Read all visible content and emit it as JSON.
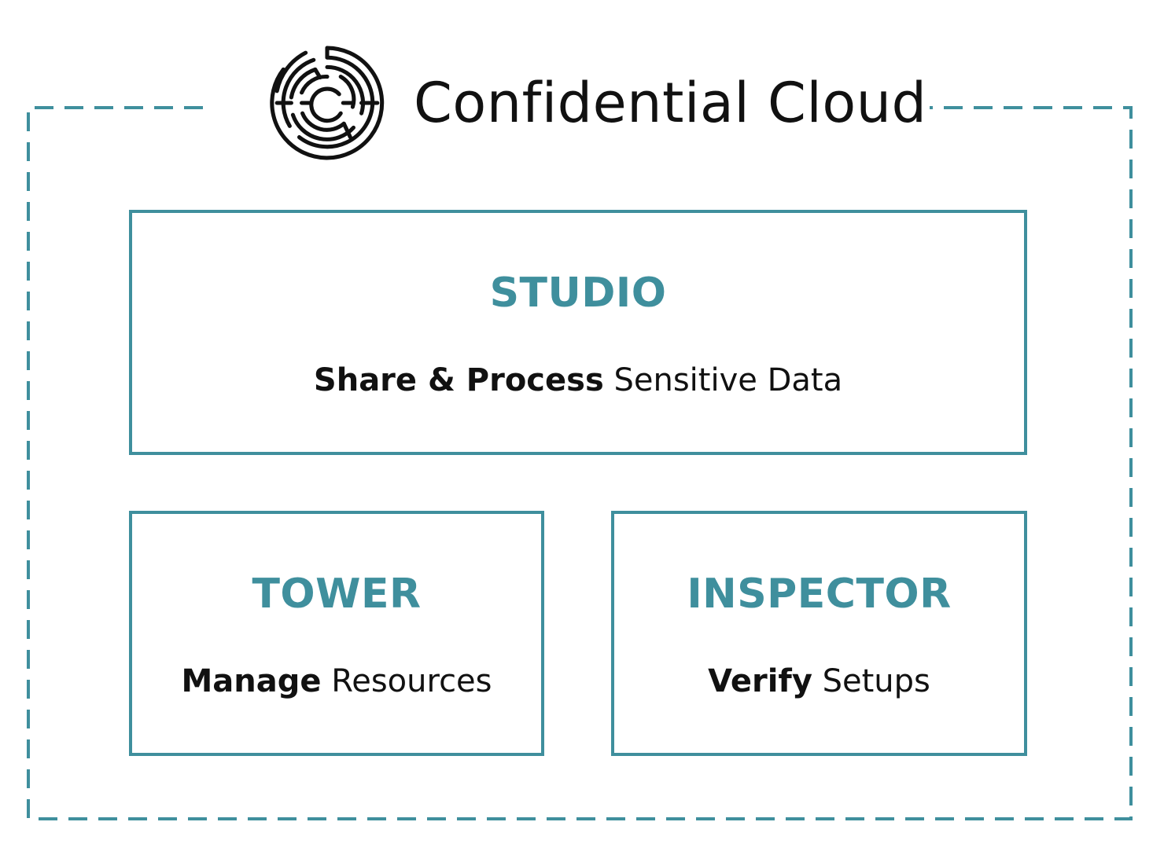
{
  "header": {
    "title": "Confidential Cloud",
    "logo_icon": "maze-logo-icon"
  },
  "colors": {
    "accent": "#3f8f9d",
    "text": "#111111",
    "background": "#ffffff"
  },
  "boxes": {
    "studio": {
      "title": "STUDIO",
      "sub_bold": "Share & Process",
      "sub_rest": " Sensitive Data"
    },
    "tower": {
      "title": "TOWER",
      "sub_bold": "Manage",
      "sub_rest": " Resources"
    },
    "inspector": {
      "title": "INSPECTOR",
      "sub_bold": "Verify",
      "sub_rest": " Setups"
    }
  }
}
